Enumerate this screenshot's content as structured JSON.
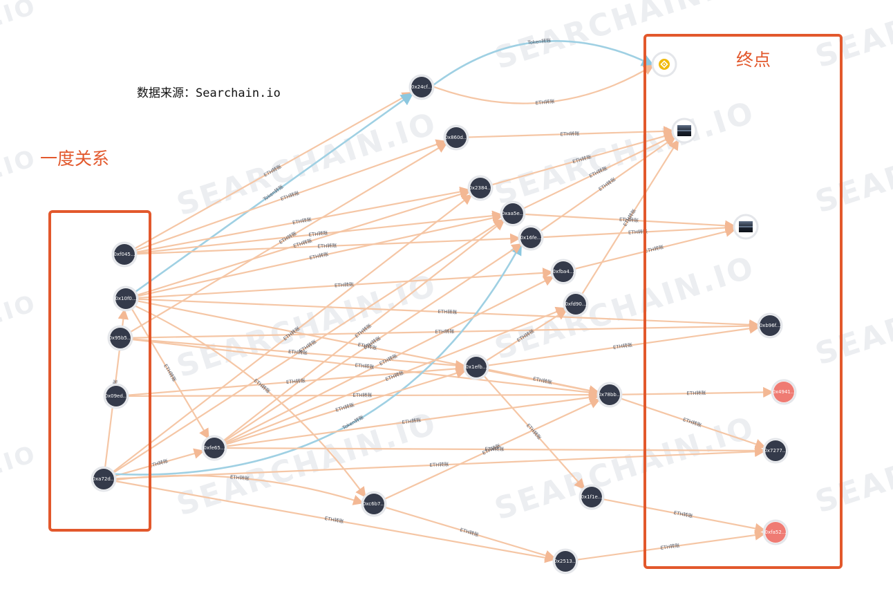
{
  "source_note": "数据来源：Searchain.io",
  "annotations": {
    "first_degree": "一度关系",
    "endpoint": "终点"
  },
  "watermark": {
    "brand": "SEARCHAIN.IO",
    "fragment": "IN.IO"
  },
  "colors": {
    "eth_edge": "#f5c6a5",
    "token_edge": "#9fd0e3",
    "node_dark": "#343a4a",
    "node_red": "#ef7b73",
    "node_ring": "#e4e6ea",
    "annotation": "#e2582c"
  },
  "edge_labels": {
    "eth": "ETH转账",
    "token": "Token转账"
  },
  "nodes": [
    {
      "id": "n1",
      "label": "0xf045...",
      "kind": "dark"
    },
    {
      "id": "n2",
      "label": "0x10f0...",
      "kind": "dark"
    },
    {
      "id": "n3",
      "label": "0x95b5...",
      "kind": "dark"
    },
    {
      "id": "n4",
      "label": "0x09ed...",
      "kind": "dark"
    },
    {
      "id": "n5",
      "label": "0xa72d...",
      "kind": "dark"
    },
    {
      "id": "n6",
      "label": "0x24cf...",
      "kind": "dark"
    },
    {
      "id": "n7",
      "label": "0x860d...",
      "kind": "dark"
    },
    {
      "id": "n8",
      "label": "0x2384...",
      "kind": "dark"
    },
    {
      "id": "n9",
      "label": "0xaa5e...",
      "kind": "dark"
    },
    {
      "id": "n10",
      "label": "0x16fe...",
      "kind": "dark"
    },
    {
      "id": "n11",
      "label": "0xfba4...",
      "kind": "dark"
    },
    {
      "id": "n12",
      "label": "0xfd90...",
      "kind": "dark"
    },
    {
      "id": "n13",
      "label": "0x1efb...",
      "kind": "dark"
    },
    {
      "id": "n14",
      "label": "0x78bb...",
      "kind": "dark"
    },
    {
      "id": "n15",
      "label": "0xfe65...",
      "kind": "dark"
    },
    {
      "id": "n16",
      "label": "0xc6b7...",
      "kind": "dark"
    },
    {
      "id": "n17",
      "label": "0x1f1e...",
      "kind": "dark"
    },
    {
      "id": "n18",
      "label": "0x2513...",
      "kind": "dark"
    },
    {
      "id": "e1",
      "label": "",
      "kind": "icon-binance"
    },
    {
      "id": "e2",
      "label": "",
      "kind": "icon-exchange"
    },
    {
      "id": "e3",
      "label": "",
      "kind": "icon-exchange"
    },
    {
      "id": "e4",
      "label": "0xb96f...",
      "kind": "dark"
    },
    {
      "id": "e5",
      "label": "0x4941...",
      "kind": "red"
    },
    {
      "id": "e6",
      "label": "0x7277...",
      "kind": "dark"
    },
    {
      "id": "e7",
      "label": "0xfa52...",
      "kind": "red"
    }
  ],
  "edges": [
    {
      "from": "n6",
      "to": "e1",
      "type": "token",
      "label": "Token转账"
    },
    {
      "from": "n6",
      "to": "e1",
      "type": "eth",
      "label": "ETH转账"
    },
    {
      "from": "n1",
      "to": "n6",
      "type": "eth",
      "label": "ETH转账"
    },
    {
      "from": "n2",
      "to": "n6",
      "type": "token",
      "label": "Token转账"
    },
    {
      "from": "n1",
      "to": "n7",
      "type": "eth",
      "label": "ETH转账"
    },
    {
      "from": "n1",
      "to": "n8",
      "type": "eth",
      "label": "ETH转账"
    },
    {
      "from": "n1",
      "to": "n9",
      "type": "eth",
      "label": "ETH转账"
    },
    {
      "from": "n1",
      "to": "n10",
      "type": "eth",
      "label": "ETH转账"
    },
    {
      "from": "n2",
      "to": "n8",
      "type": "eth",
      "label": "ETH转账"
    },
    {
      "from": "n2",
      "to": "n9",
      "type": "eth",
      "label": "ETH转账"
    },
    {
      "from": "n2",
      "to": "n11",
      "type": "eth",
      "label": "ETH转账"
    },
    {
      "from": "n2",
      "to": "e4",
      "type": "eth",
      "label": "ETH转账"
    },
    {
      "from": "n2",
      "to": "n14",
      "type": "eth",
      "label": "ETH转账"
    },
    {
      "from": "n2",
      "to": "n16",
      "type": "eth",
      "label": "ETH转账"
    },
    {
      "from": "n2",
      "to": "n15",
      "type": "eth",
      "label": "ETH转账"
    },
    {
      "from": "n3",
      "to": "n7",
      "type": "eth",
      "label": "ETH转账"
    },
    {
      "from": "n3",
      "to": "e4",
      "type": "eth",
      "label": "ETH转账"
    },
    {
      "from": "n3",
      "to": "n14",
      "type": "eth",
      "label": "ETH转账"
    },
    {
      "from": "n3",
      "to": "n13",
      "type": "eth",
      "label": "ETH转账"
    },
    {
      "from": "n4",
      "to": "n13",
      "type": "eth",
      "label": "ETH转账"
    },
    {
      "from": "n4",
      "to": "n14",
      "type": "eth",
      "label": "ETH转账"
    },
    {
      "from": "n5",
      "to": "n2",
      "type": "eth",
      "label": "ETH转账"
    },
    {
      "from": "n5",
      "to": "n15",
      "type": "eth",
      "label": "ETH转账"
    },
    {
      "from": "n5",
      "to": "n10",
      "type": "token",
      "label": "Token转账"
    },
    {
      "from": "n5",
      "to": "n9",
      "type": "eth",
      "label": "ETH转账"
    },
    {
      "from": "n5",
      "to": "n16",
      "type": "eth",
      "label": "ETH转账"
    },
    {
      "from": "n5",
      "to": "n18",
      "type": "eth",
      "label": "ETH转账"
    },
    {
      "from": "n5",
      "to": "e6",
      "type": "eth",
      "label": "ETH转账"
    },
    {
      "from": "n5",
      "to": "n8",
      "type": "eth",
      "label": "ETH转账"
    },
    {
      "from": "n15",
      "to": "n9",
      "type": "eth",
      "label": "ETH转账"
    },
    {
      "from": "n15",
      "to": "n10",
      "type": "eth",
      "label": "ETH转账"
    },
    {
      "from": "n15",
      "to": "n11",
      "type": "eth",
      "label": "ETH转账"
    },
    {
      "from": "n15",
      "to": "n12",
      "type": "eth",
      "label": "ETH转账"
    },
    {
      "from": "n15",
      "to": "n14",
      "type": "eth",
      "label": "ETH转账"
    },
    {
      "from": "n15",
      "to": "e6",
      "type": "eth",
      "label": "ETH转账"
    },
    {
      "from": "n15",
      "to": "n13",
      "type": "eth",
      "label": "ETH转账"
    },
    {
      "from": "n7",
      "to": "e2",
      "type": "eth",
      "label": "ETH转账"
    },
    {
      "from": "n8",
      "to": "e2",
      "type": "eth",
      "label": "ETH转账"
    },
    {
      "from": "n9",
      "to": "e2",
      "type": "eth",
      "label": "ETH转账"
    },
    {
      "from": "n9",
      "to": "e3",
      "type": "eth",
      "label": "ETH转账"
    },
    {
      "from": "n10",
      "to": "e2",
      "type": "eth",
      "label": "ETH转账"
    },
    {
      "from": "n10",
      "to": "e3",
      "type": "eth",
      "label": "ETH转账"
    },
    {
      "from": "n11",
      "to": "e3",
      "type": "eth",
      "label": "ETH转账"
    },
    {
      "from": "n12",
      "to": "e2",
      "type": "eth",
      "label": "ETH转账"
    },
    {
      "from": "n13",
      "to": "n12",
      "type": "eth",
      "label": "ETH转账"
    },
    {
      "from": "n13",
      "to": "n14",
      "type": "eth",
      "label": "ETH转账"
    },
    {
      "from": "n13",
      "to": "e4",
      "type": "eth",
      "label": "ETH转账"
    },
    {
      "from": "n13",
      "to": "n17",
      "type": "eth",
      "label": "ETH转账"
    },
    {
      "from": "n14",
      "to": "e5",
      "type": "eth",
      "label": "ETH转账"
    },
    {
      "from": "n14",
      "to": "e6",
      "type": "eth",
      "label": "ETH转账"
    },
    {
      "from": "n16",
      "to": "n14",
      "type": "eth",
      "label": "ETH转账"
    },
    {
      "from": "n16",
      "to": "n18",
      "type": "eth",
      "label": "ETH转账"
    },
    {
      "from": "n17",
      "to": "e7",
      "type": "eth",
      "label": "ETH转账"
    },
    {
      "from": "n18",
      "to": "e7",
      "type": "eth",
      "label": "ETH转账"
    }
  ]
}
